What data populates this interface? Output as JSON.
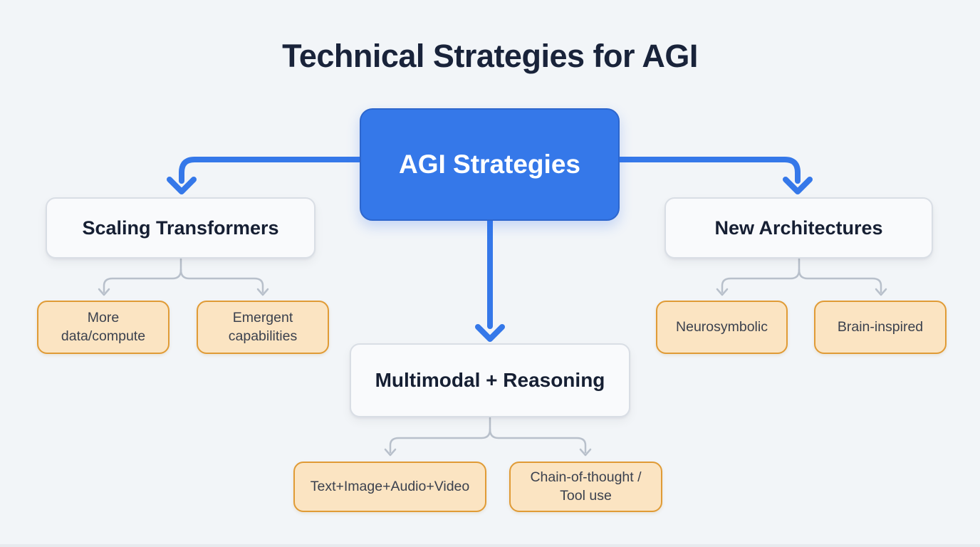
{
  "title": "Technical Strategies for AGI",
  "colors": {
    "background": "#f2f5f8",
    "accent_blue": "#3578e9",
    "accent_blue_border": "#2d66cd",
    "node_bg": "#f9fafc",
    "node_border": "#d9dee5",
    "leaf_bg": "#fbe4c2",
    "leaf_border": "#e09b36",
    "connector_gray": "#b8c0cb",
    "title_text": "#19233a",
    "node_text": "#161f33",
    "leaf_text": "#3b414e",
    "root_text": "#ffffff"
  },
  "diagram": {
    "root": {
      "label": "AGI Strategies"
    },
    "branches": [
      {
        "label": "Scaling Transformers",
        "children": [
          {
            "label": "More data/compute"
          },
          {
            "label": "Emergent capabilities"
          }
        ]
      },
      {
        "label": "Multimodal + Reasoning",
        "children": [
          {
            "label": "Text+Image+Audio+Video"
          },
          {
            "label": "Chain-of-thought / Tool use"
          }
        ]
      },
      {
        "label": "New Architectures",
        "children": [
          {
            "label": "Neurosymbolic"
          },
          {
            "label": "Brain-inspired"
          }
        ]
      }
    ]
  }
}
